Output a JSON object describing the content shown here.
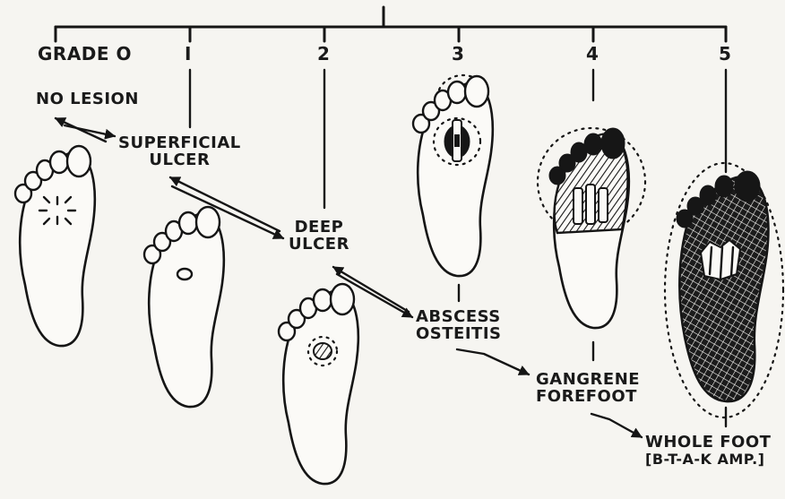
{
  "grades": {
    "g0": "GRADE O",
    "g1": "I",
    "g2": "2",
    "g3": "3",
    "g4": "4",
    "g5": "5"
  },
  "labels": {
    "no_lesion": "NO LESION",
    "superficial_1": "SUPERFICIAL",
    "superficial_2": "ULCER",
    "deep_1": "DEEP",
    "deep_2": "ULCER",
    "abscess_1": "ABSCESS",
    "abscess_2": "OSTEITIS",
    "gangrene_1": "GANGRENE",
    "gangrene_2": "FOREFOOT",
    "whole_1": "WHOLE FOOT",
    "whole_2": "[B-T-A-K AMP.]"
  }
}
